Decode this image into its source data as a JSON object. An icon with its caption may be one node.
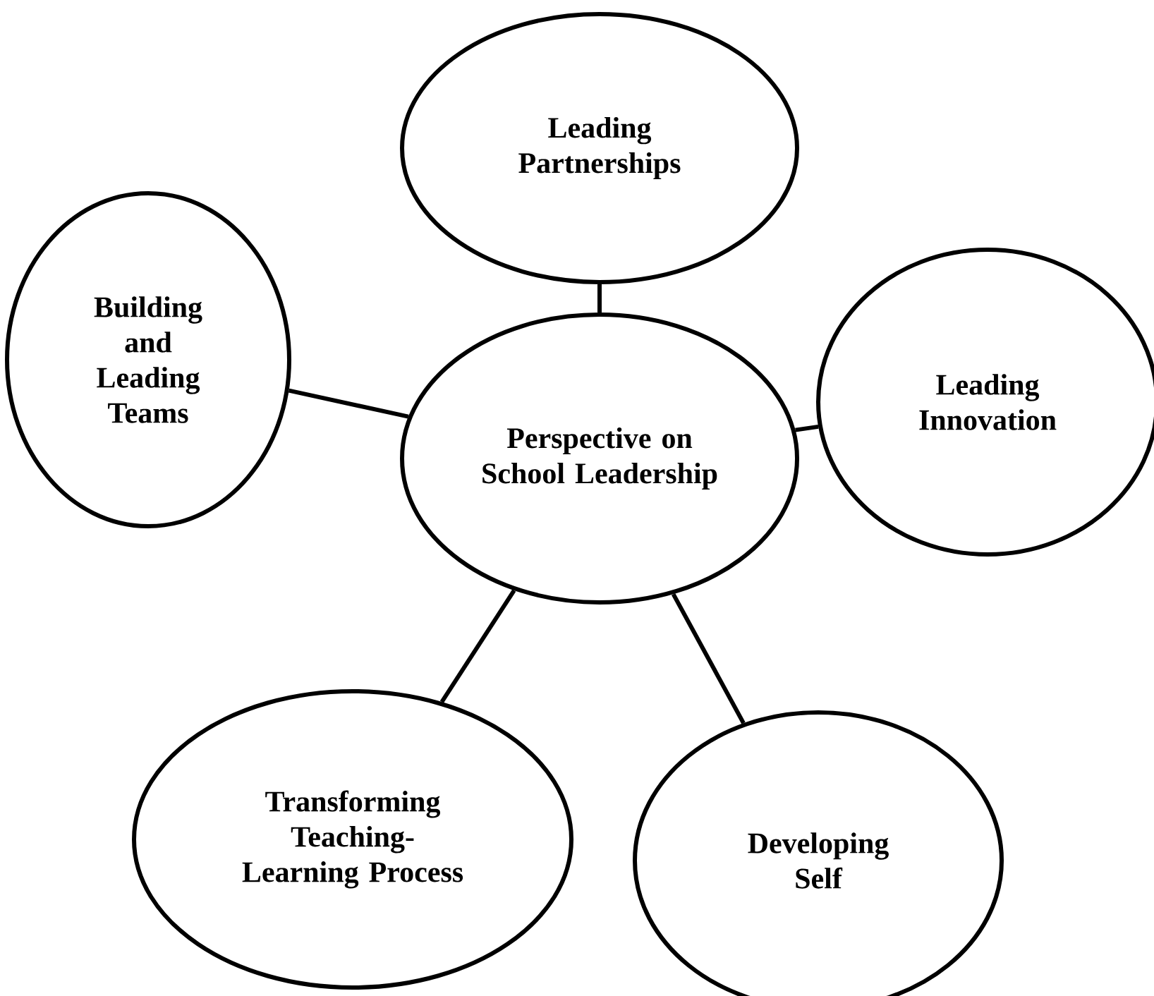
{
  "diagram": {
    "nodes": [
      {
        "text": [
          "Leading Partnerships"
        ]
      },
      {
        "text": [
          "Building and Leading Teams"
        ]
      },
      {
        "text": [
          "Leading Innovation"
        ]
      },
      {
        "text": [
          "Perspective on School Leadership"
        ]
      },
      {
        "text": [
          "Transforming Teaching-Learning Process"
        ]
      },
      {
        "text": [
          "Developing Self"
        ]
      }
    ],
    "edges": [
      {
        "from": 3,
        "to": 0,
        "arrow": "none"
      },
      {
        "from": 3,
        "to": 1,
        "arrow": "none"
      },
      {
        "from": 3,
        "to": 2,
        "arrow": "none"
      },
      {
        "from": 3,
        "to": 4,
        "arrow": "none"
      },
      {
        "from": 3,
        "to": 5,
        "arrow": "none"
      }
    ]
  }
}
